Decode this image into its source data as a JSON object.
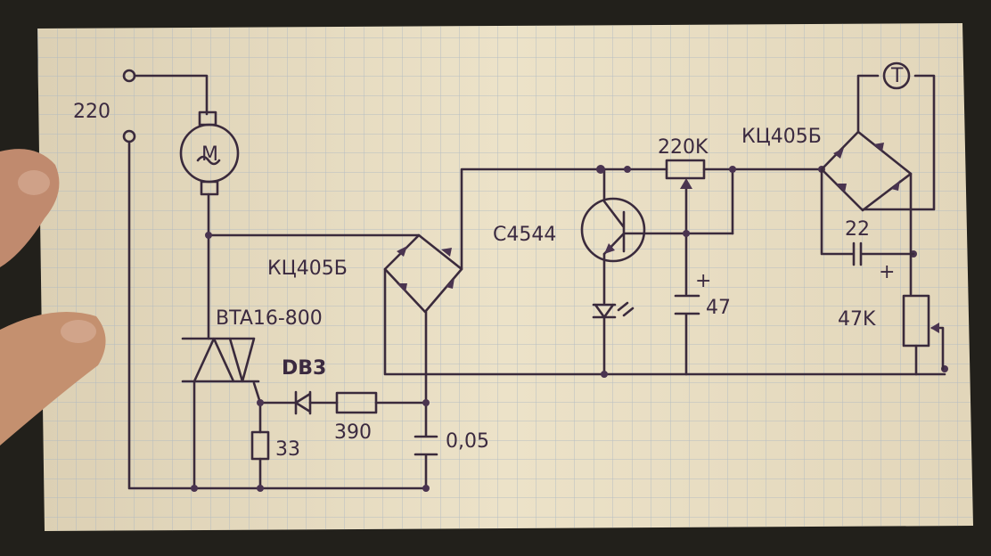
{
  "diagram": {
    "title": "Hand-drawn motor speed controller schematic",
    "labels": {
      "mains": "220",
      "motor": "M",
      "triac": "BTA16-800",
      "diac": "DB3",
      "r_gate": "33",
      "r_series": "390",
      "cap_timing": "0,05",
      "bridge_left": "КЦ405Б",
      "transistor": "C4544",
      "pot_top": "220K",
      "bridge_right": "КЦ405Б",
      "cap_22": "22",
      "cap_22_plus": "+",
      "cap_47": "47",
      "cap_47_plus": "+",
      "pot_right": "47K",
      "tacho": "T"
    },
    "colors": {
      "paper": "#e8dcc0",
      "grid": "#a9b5c2",
      "ink": "#3a2a3c",
      "background": "#22201b"
    }
  }
}
